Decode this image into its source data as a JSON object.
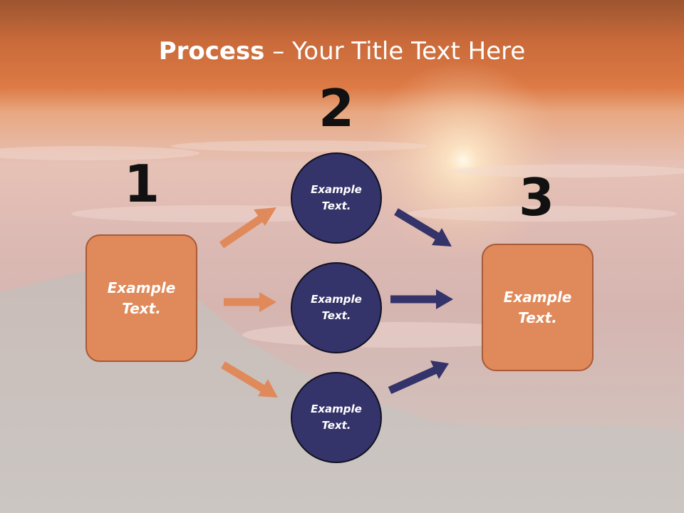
{
  "title": {
    "bold": "Process",
    "rest": " – Your Title Text Here"
  },
  "steps": {
    "one": {
      "number": "1",
      "text": "Example\nText."
    },
    "two": {
      "number": "2"
    },
    "three": {
      "number": "3",
      "text": "Example\nText."
    }
  },
  "circles": [
    {
      "text": "Example\nText."
    },
    {
      "text": "Example\nText."
    },
    {
      "text": "Example\nText."
    }
  ],
  "colors": {
    "orange_box": "#e0895a",
    "navy_circle": "#34336a",
    "orange_arrow": "#e0895a",
    "navy_arrow": "#34336a"
  }
}
